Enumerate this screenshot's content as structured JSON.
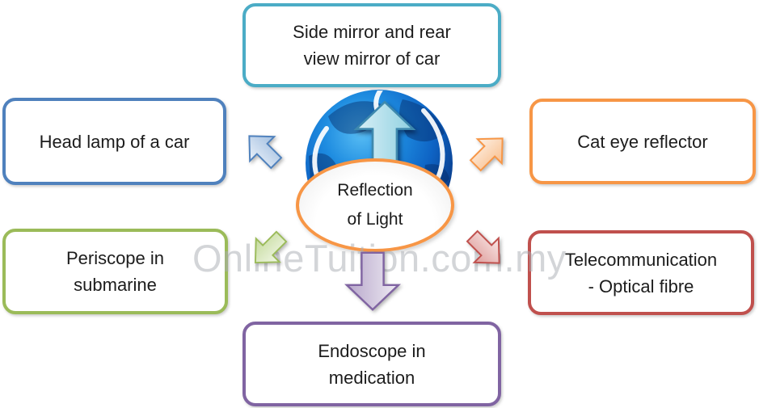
{
  "diagram": {
    "watermark": "OnlineTuition.com.my",
    "center": {
      "lines": [
        "Reflection",
        "of Light"
      ],
      "border_color": "#F79646"
    },
    "nodes": [
      {
        "id": "side-mirror",
        "lines": [
          "Side mirror and rear",
          "view mirror of car"
        ],
        "color": "#4BACC6",
        "arrow_direction": "up"
      },
      {
        "id": "head-lamp",
        "lines": [
          "Head lamp of a car",
          ""
        ],
        "color": "#4F81BD",
        "arrow_direction": "up-left"
      },
      {
        "id": "cat-eye",
        "lines": [
          "Cat eye reflector",
          ""
        ],
        "color": "#F79646",
        "arrow_direction": "up-right"
      },
      {
        "id": "periscope",
        "lines": [
          "Periscope in",
          "submarine"
        ],
        "color": "#9BBB59",
        "arrow_direction": "down-left"
      },
      {
        "id": "telecom",
        "lines": [
          "Telecommunication",
          "- Optical fibre"
        ],
        "color": "#C0504D",
        "arrow_direction": "down-right"
      },
      {
        "id": "endoscope",
        "lines": [
          "Endoscope in",
          "medication"
        ],
        "color": "#8064A2",
        "arrow_direction": "down"
      }
    ],
    "palette": {
      "teal": "#4BACC6",
      "blue": "#4F81BD",
      "orange": "#F79646",
      "green": "#9BBB59",
      "red": "#C0504D",
      "purple": "#8064A2",
      "globe_blue": "#1273D6",
      "globe_dark": "#082B70",
      "text": "#1C1C1C"
    }
  }
}
